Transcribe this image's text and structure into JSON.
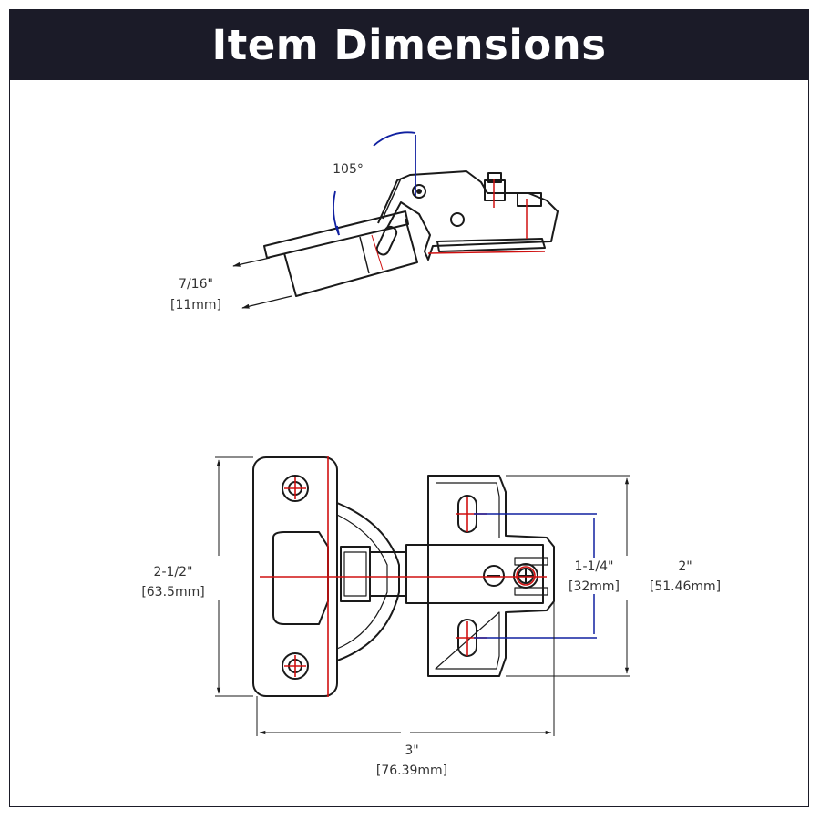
{
  "header": {
    "title": "Item Dimensions"
  },
  "colors": {
    "header_bg": "#1b1b28",
    "outline": "#1a1a1a",
    "center_line": "#d01010",
    "angle_arc": "#1020a0"
  },
  "side_view": {
    "angle": "105°",
    "overlay": {
      "imperial": "7/16\"",
      "metric": "[11mm]"
    }
  },
  "top_view": {
    "height": {
      "imperial": "2-1/2\"",
      "metric": "[63.5mm]"
    },
    "hole_spacing": {
      "imperial": "1-1/4\"",
      "metric": "[32mm]"
    },
    "plate_height": {
      "imperial": "2\"",
      "metric": "[51.46mm]"
    },
    "length": {
      "imperial": "3\"",
      "metric": "[76.39mm]"
    }
  }
}
